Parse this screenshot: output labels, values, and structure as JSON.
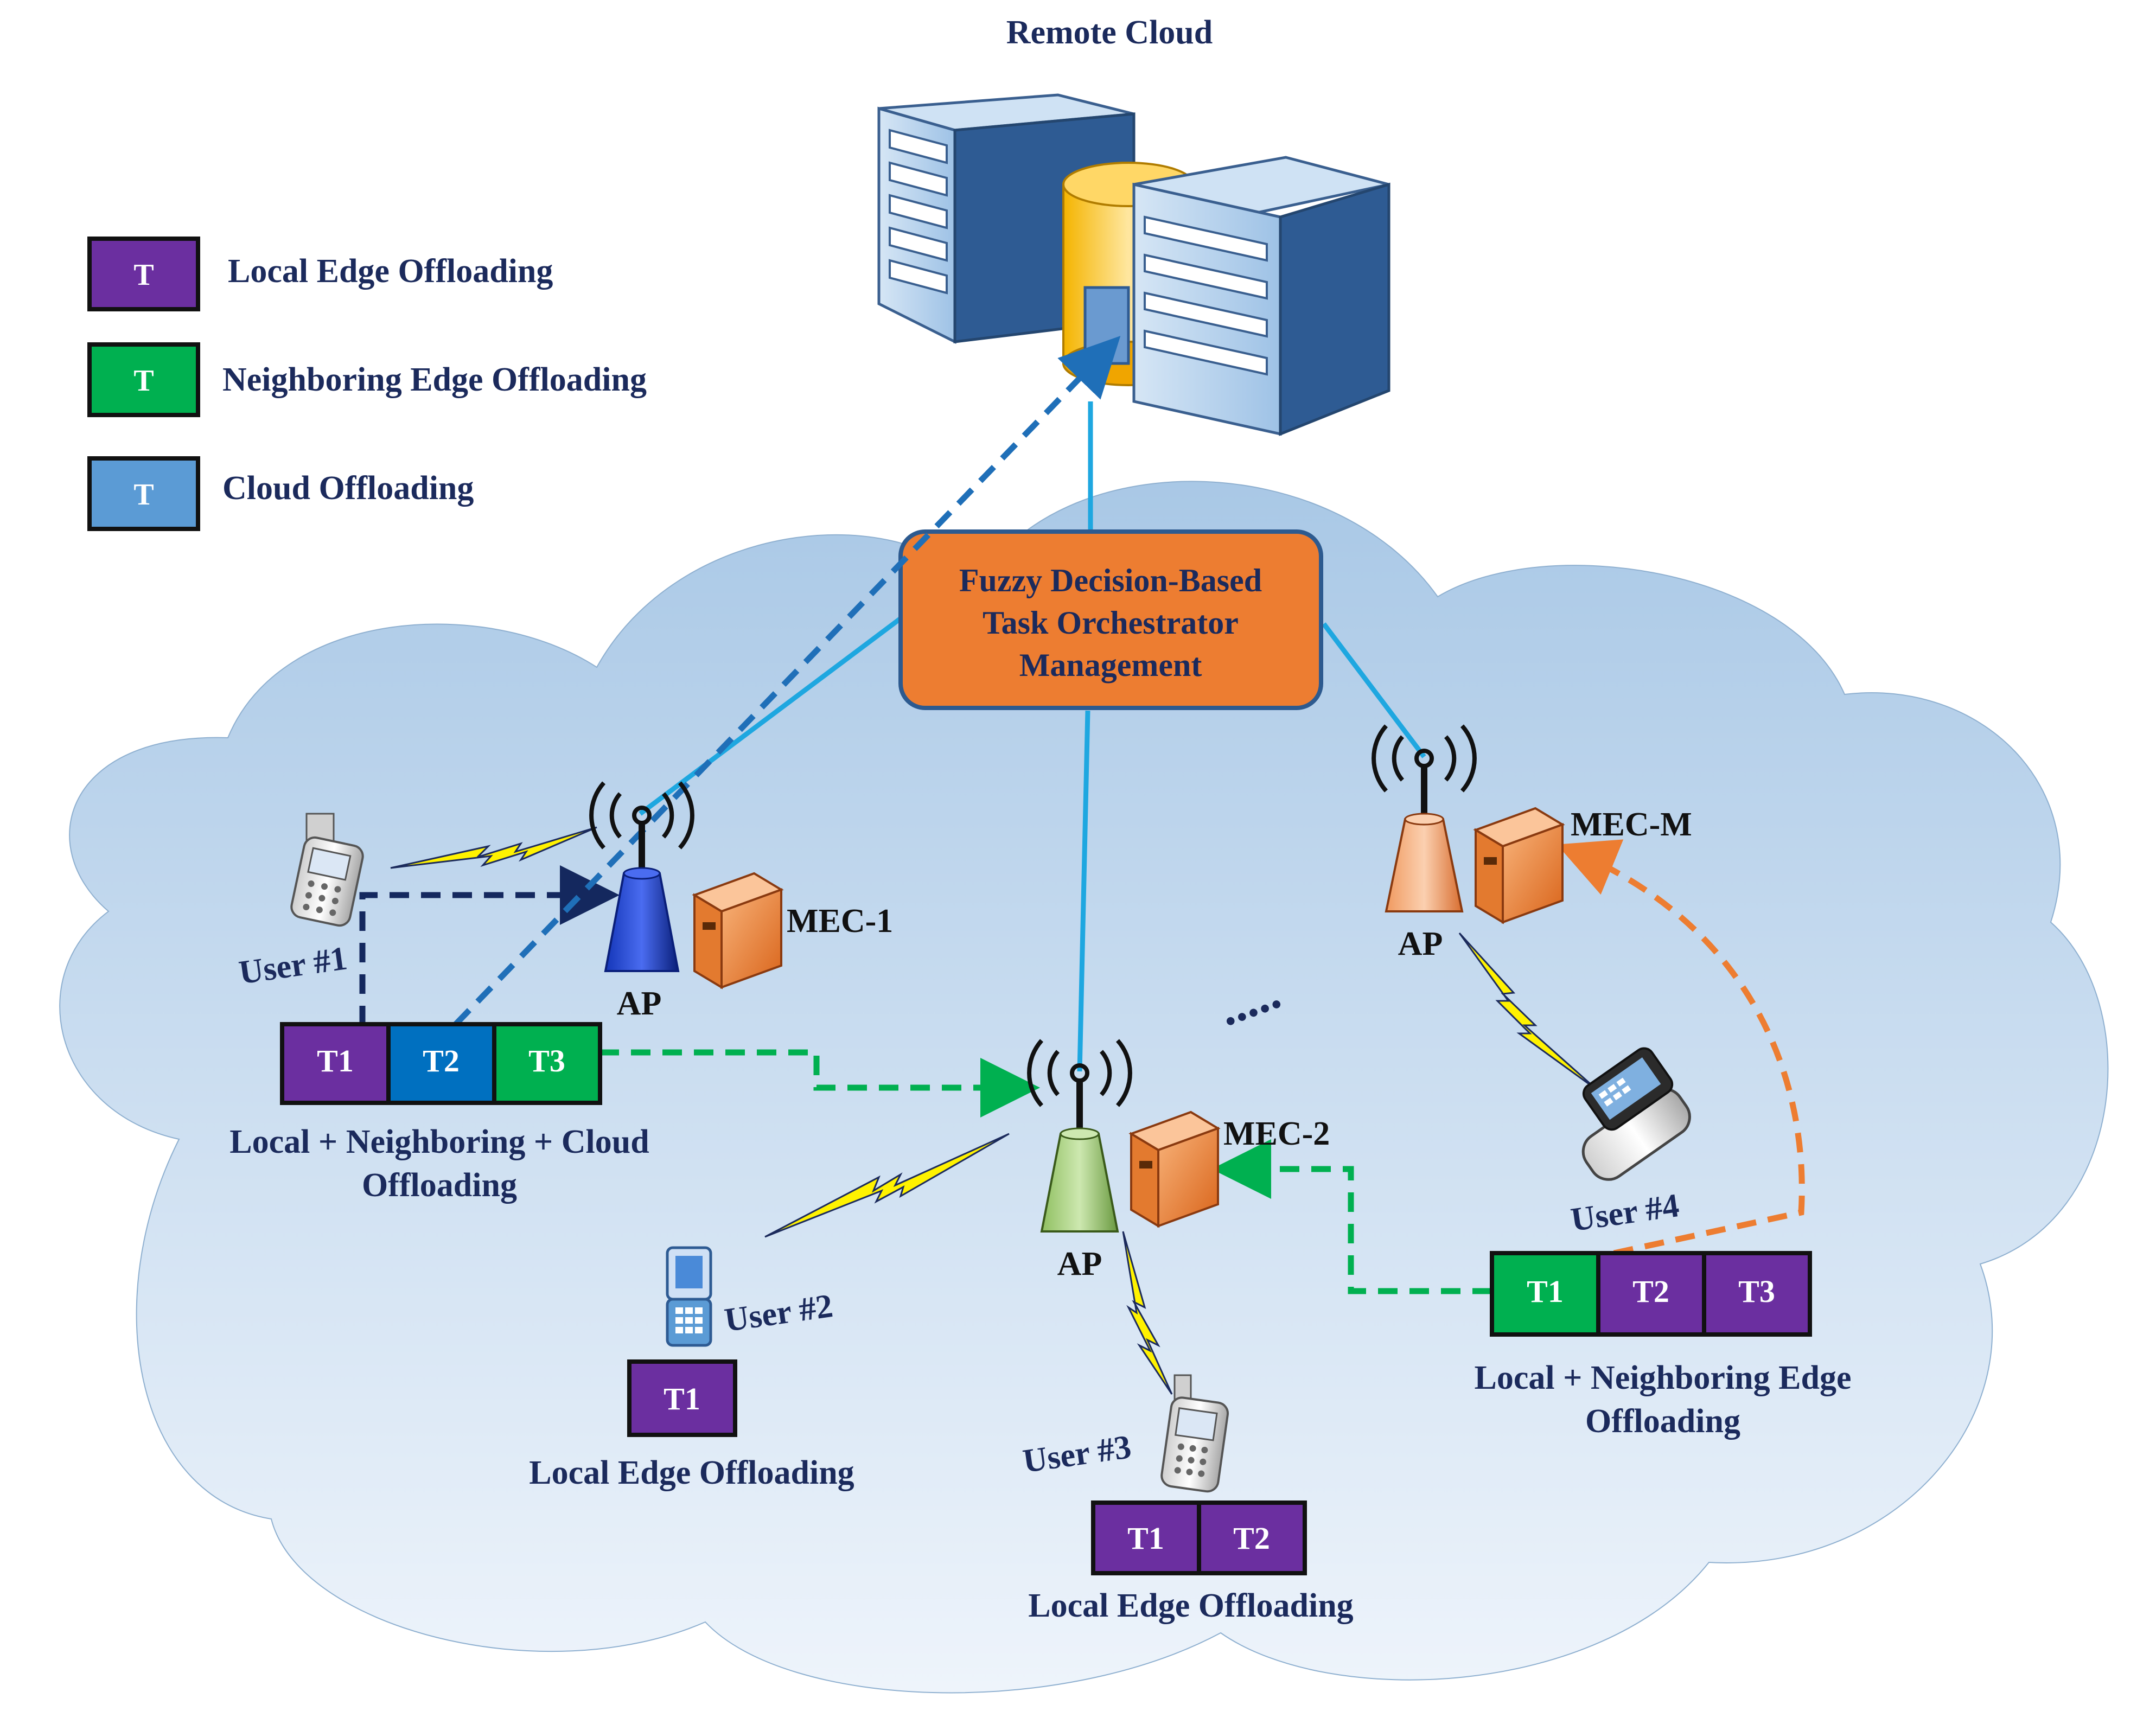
{
  "title": "Remote Cloud",
  "orchestrator": {
    "lines": [
      "Fuzzy Decision-Based",
      "Task Orchestrator",
      "Management"
    ]
  },
  "legend": [
    {
      "symbol": "T",
      "label": "Local Edge Offloading",
      "color": "#6b2fa0"
    },
    {
      "symbol": "T",
      "label": "Neighboring Edge Offloading",
      "color": "#00b050"
    },
    {
      "symbol": "T",
      "label": "Cloud Offloading",
      "color": "#5b9bd5"
    }
  ],
  "access_points": {
    "label": "AP",
    "mec1": "MEC-1",
    "mec2": "MEC-2",
    "mecm": "MEC-M"
  },
  "ellipsis": ".....",
  "users": {
    "u1": {
      "label": "User #1",
      "tasks": [
        "T1",
        "T2",
        "T3"
      ],
      "caption": [
        "Local + Neighboring + Cloud",
        "Offloading"
      ]
    },
    "u2": {
      "label": "User #2",
      "tasks": [
        "T1"
      ],
      "caption": [
        "Local Edge Offloading"
      ]
    },
    "u3": {
      "label": "User #3",
      "tasks": [
        "T1",
        "T2"
      ],
      "caption": [
        "Local Edge Offloading"
      ]
    },
    "u4": {
      "label": "User #4",
      "tasks": [
        "T1",
        "T2",
        "T3"
      ],
      "caption": [
        "Local + Neighboring Edge",
        "Offloading"
      ]
    }
  },
  "colors": {
    "local": "#6b2fa0",
    "neighbor": "#00b050",
    "cloud_task": "#0070c0",
    "orchestrator": "#ed7d31",
    "link": "#1ea7e0",
    "cloud_bg": "#b9d3ea"
  }
}
